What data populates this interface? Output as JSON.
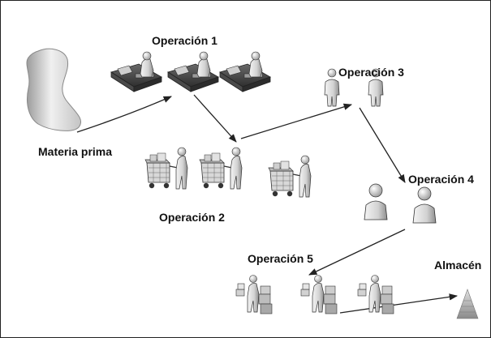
{
  "labels": {
    "raw_material": "Materia prima",
    "op1": "Operación 1",
    "op2": "Operación 2",
    "op3": "Operación 3",
    "op4": "Operación 4",
    "op5": "Operación 5",
    "warehouse": "Almacén"
  },
  "colors": {
    "ink": "#111111",
    "figure_light": "#f2f2f2",
    "figure_mid": "#b8b8b8",
    "figure_dark": "#3a3a3a",
    "blob_light": "#f0f0f0",
    "blob_dark": "#9c9c9c",
    "border": "#222222"
  },
  "icons": {
    "raw_material": "raw-material-blob-icon",
    "op1": "worker-at-machine-icon",
    "op2": "worker-with-cart-icon",
    "op3": "standing-person-icon",
    "op4": "person-bust-icon",
    "op5": "worker-with-boxes-icon",
    "warehouse": "stacked-pyramid-icon"
  }
}
